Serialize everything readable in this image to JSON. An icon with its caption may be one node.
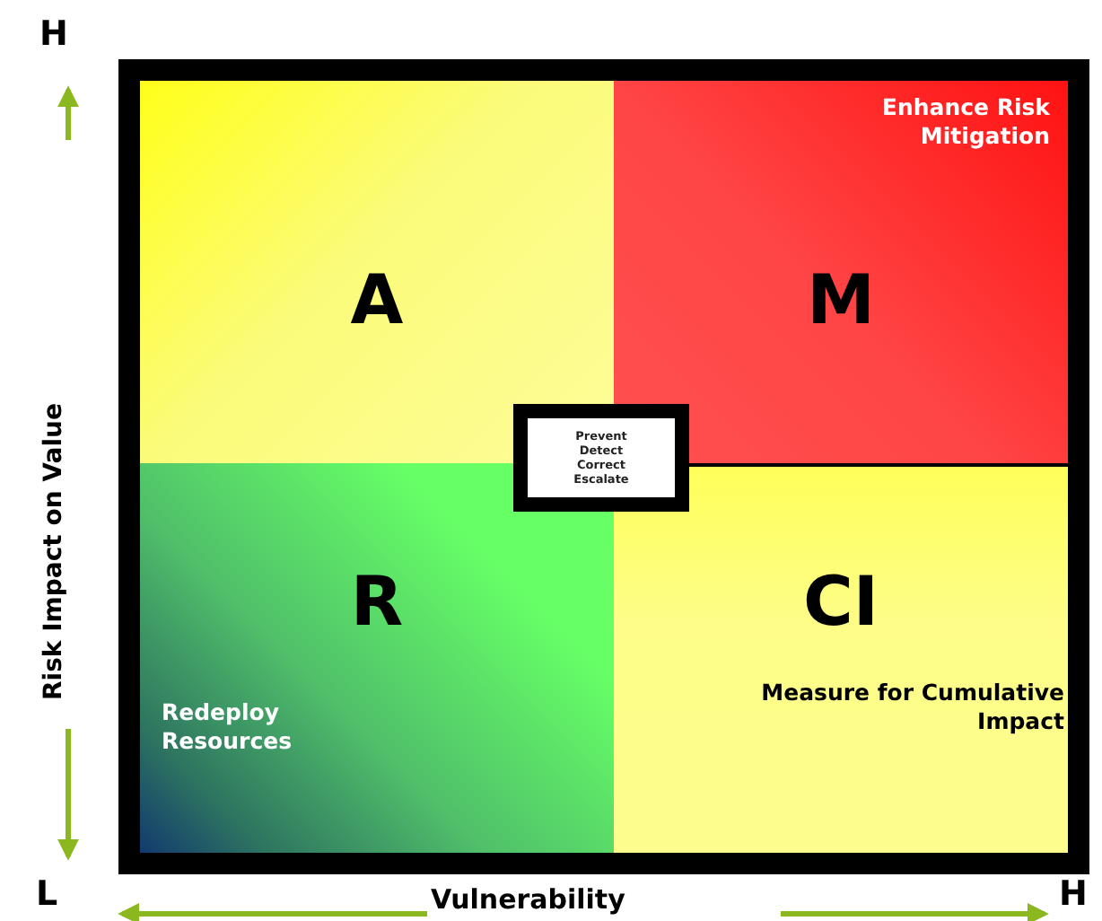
{
  "diagram": {
    "nodes": [
      {
        "text": [
          "A"
        ]
      },
      {
        "text": [
          "M",
          "Enhance Risk Mitigation"
        ]
      },
      {
        "text": [
          "R",
          "Redeploy Resources"
        ]
      },
      {
        "text": [
          "CI",
          "Measure for Cumulative Impact"
        ]
      },
      {
        "text": [
          "Prevent Detect Correct Escalate"
        ]
      }
    ],
    "edges": [],
    "labels": [
      "H",
      "Risk Impact on Value",
      "L",
      "Vulnerability",
      "H"
    ]
  }
}
